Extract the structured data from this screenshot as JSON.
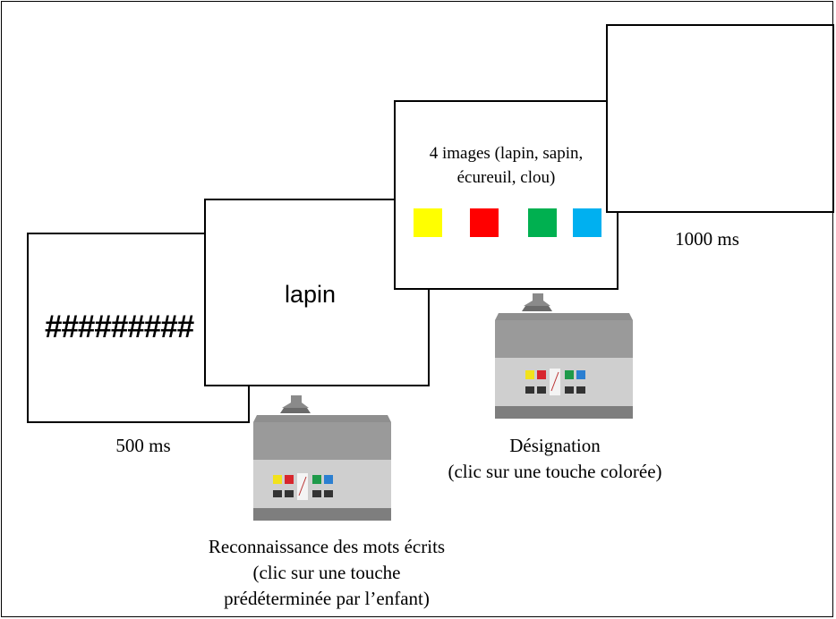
{
  "screens": {
    "mask": {
      "text": "#########",
      "duration": "500 ms"
    },
    "word": {
      "text": "lapin"
    },
    "choice": {
      "instruction_line1": "4 images (lapin, sapin,",
      "instruction_line2": "écureuil, clou)",
      "squares": [
        {
          "name": "yellow",
          "color": "#ffff00"
        },
        {
          "name": "red",
          "color": "#ff0000"
        },
        {
          "name": "green",
          "color": "#00b050"
        },
        {
          "name": "blue",
          "color": "#00b0f0"
        }
      ]
    },
    "blank": {
      "duration": "1000 ms"
    }
  },
  "captions": {
    "recognition": {
      "line1": "Reconnaissance des mots écrits",
      "line2": "(clic sur une touche",
      "line3": "prédéterminée par l’enfant)"
    },
    "designation": {
      "line1": "Désignation",
      "line2": "(clic sur une touche colorée)"
    }
  },
  "response_box": {
    "key_colors": [
      "#f2e21c",
      "#d8262d",
      "#1e9a4a",
      "#2b7fd1"
    ]
  }
}
